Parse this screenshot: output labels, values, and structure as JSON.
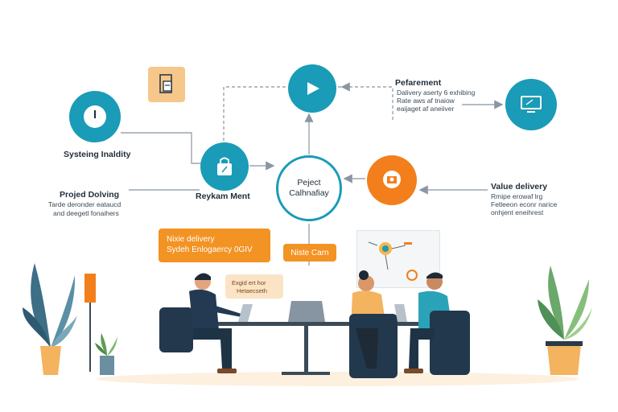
{
  "labels": {
    "left_top": "Systeing Inaldity",
    "left_mid_title": "Projed Dolving",
    "left_mid_line1": "Tarde deronder eataucd",
    "left_mid_line2": "and deegetl fonaihers",
    "center_left": "Reykam Ment",
    "center_line1": "Peject",
    "center_line2": "Calhnafiay",
    "top_right_title": "Pefarement",
    "top_right_line1": "Dalivery aserty 6 exhibing",
    "top_right_line2": "Rate aws af tnaiow",
    "top_right_line3": "eaijaget af aneiiver",
    "right_mid_title": "Value delivery",
    "right_mid_line1": "Rmipe erowaf lrg",
    "right_mid_line2": "Fetleeon econr narice",
    "right_mid_line3": "onhjent eneihrest",
    "bubble_big_line1": "Nixie delivery",
    "bubble_big_line2": "Sydeh Enlogaercy 0GIV",
    "bubble_mid": "Niste Carn",
    "bubble_small_line1": "Exgid ert hor",
    "bubble_small_line2": "Hetaecseth"
  },
  "colors": {
    "teal": "#1a9bb7",
    "orange": "#f27f1b",
    "light_orange": "#fbe3c6",
    "dark_navy": "#1f2d3a"
  },
  "icons": [
    "clock-icon",
    "lock-icon",
    "play-icon",
    "monitor-icon",
    "document-icon",
    "idea-icon"
  ]
}
